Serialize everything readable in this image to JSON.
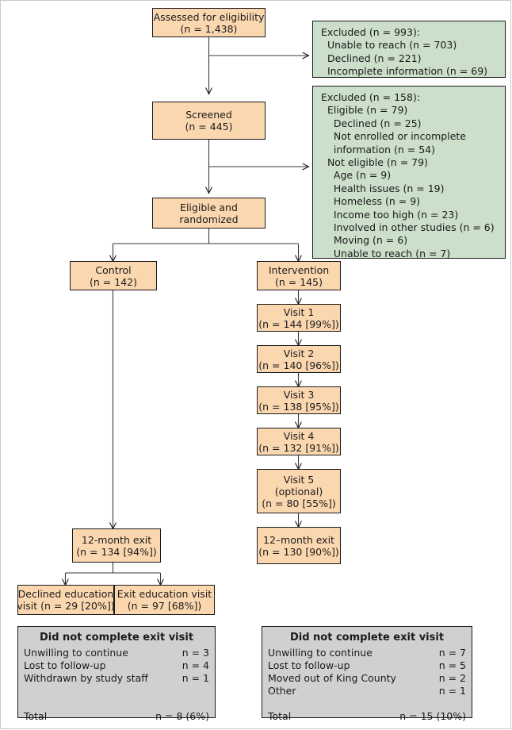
{
  "diagram": {
    "title": "CONSORT participant flow diagram",
    "colors": {
      "peach": "#fbd7b0",
      "green": "#cbdfcb",
      "gray": "#d0d0d0",
      "stroke": "#1a1a1a"
    }
  },
  "nodes": {
    "assessed": "Assessed for eligibility\n(n = 1,438)",
    "screened": "Screened\n(n = 445)",
    "randomized": "Eligible and\nrandomized",
    "control": "Control\n(n = 142)",
    "intervention": "Intervention\n(n = 145)",
    "visit1": "Visit 1\n(n = 144 [99%])",
    "visit2": "Visit 2\n(n = 140 [96%])",
    "visit3": "Visit 3\n(n = 138 [95%])",
    "visit4": "Visit 4\n(n = 132 [91%])",
    "visit5": "Visit 5\n(optional)\n(n = 80 [55%])",
    "exit_intervention": "12–month exit\n(n = 130 [90%])",
    "exit_control": "12-month exit\n(n = 134 [94%])",
    "declined_education": "Declined education\nvisit (n = 29 [20%])",
    "exit_education": "Exit education visit\n(n = 97 [68%])"
  },
  "excluded_first": {
    "text": "Excluded (n = 993):\n  Unable to reach (n = 703)\n  Declined (n = 221)\n  Incomplete information (n = 69)"
  },
  "excluded_second": {
    "text": "Excluded (n = 158):\n  Eligible (n = 79)\n    Declined (n = 25)\n    Not enrolled or incomplete\n    information (n = 54)\n  Not eligible (n = 79)\n    Age (n = 9)\n    Health issues (n = 19)\n    Homeless (n = 9)\n    Income too high (n = 23)\n    Involved in other studies (n = 6)\n    Moving (n = 6)\n    Unable to reach (n = 7)"
  },
  "summary_control": {
    "title": "Did not complete exit visit",
    "rows": [
      {
        "label": "Unwilling to continue",
        "value": "n = 3"
      },
      {
        "label": "Lost to follow-up",
        "value": "n = 4"
      },
      {
        "label": "Withdrawn by study staff",
        "value": "n = 1"
      }
    ],
    "total_label": "Total",
    "total_value": "n = 8 (6%)"
  },
  "summary_intervention": {
    "title": "Did not complete exit visit",
    "rows": [
      {
        "label": "Unwilling to continue",
        "value": "n = 7"
      },
      {
        "label": "Lost to follow-up",
        "value": "n = 5"
      },
      {
        "label": "Moved out of King County",
        "value": "n = 2"
      },
      {
        "label": "Other",
        "value": "n = 1"
      }
    ],
    "total_label": "Total",
    "total_value": "n = 15 (10%)"
  }
}
